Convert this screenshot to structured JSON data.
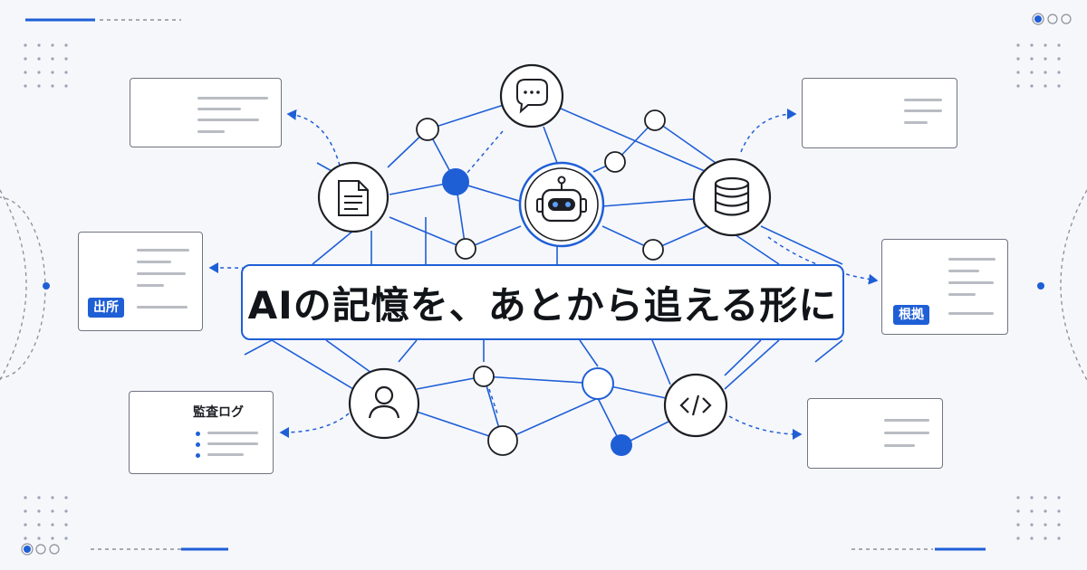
{
  "headline": "AIの記憶を、あとから追える形に",
  "cards": {
    "source_badge": "出所",
    "evidence_badge": "根拠",
    "audit_title": "監査ログ"
  },
  "icons": {
    "hubs": [
      "chat-bubble-icon",
      "document-icon",
      "robot-icon",
      "database-icon",
      "user-icon",
      "code-icon"
    ],
    "cards": [
      "chat-bubble-icon",
      "document-icon",
      "shield-check-icon",
      "org-chart-icon",
      "user-icon",
      "bar-chart-icon"
    ]
  },
  "colors": {
    "accent": "#1f5fd6",
    "ink": "#1d1f24",
    "muted_line": "#b9bcc3",
    "background": "#f6f7fb"
  }
}
